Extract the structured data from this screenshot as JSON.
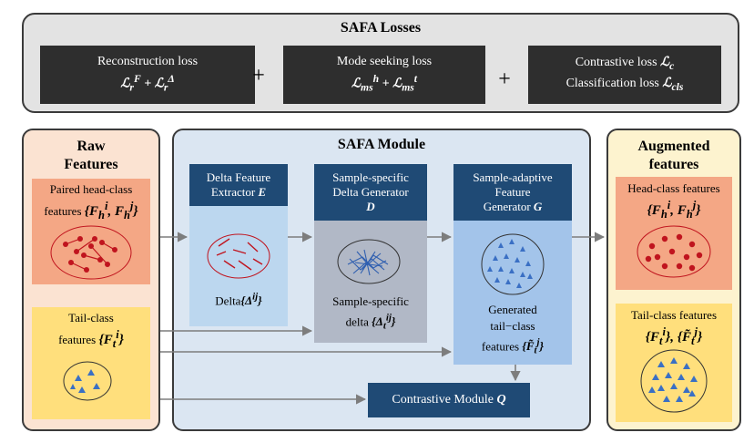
{
  "losses": {
    "title": "SAFA Losses",
    "reconstruction": {
      "label": "Reconstruction loss",
      "formula": "ℒ_r^F + ℒ_r^Δ"
    },
    "mode_seeking": {
      "label": "Mode seeking loss",
      "formula": "ℒ_ms^h + ℒ_ms^t"
    },
    "contrastive": {
      "label": "Contrastive loss",
      "symbol": "ℒ_c"
    },
    "classification": {
      "label": "Classification loss",
      "symbol": "ℒ_cls"
    },
    "plus": "+"
  },
  "raw": {
    "title_line1": "Raw",
    "title_line2": "Features",
    "head_label_line1": "Paired head-class",
    "head_label_line2": "features",
    "head_math": "{F_h^i, F_h^j}",
    "tail_label_line1": "Tail-class",
    "tail_label_line2": "features",
    "tail_math": "{F_t^i}"
  },
  "module": {
    "title": "SAFA Module",
    "extractor": {
      "line1": "Delta Feature",
      "line2": "Extractor",
      "symbol": "E",
      "caption": "Delta",
      "caption_math": "{Δ^ij}"
    },
    "delta_generator": {
      "line1": "Sample-specific",
      "line2": "Delta Generator",
      "symbol": "D",
      "caption_line1": "Sample-specific",
      "caption_line2": "delta",
      "caption_math": "{Δ_t^ij}"
    },
    "feature_generator": {
      "line1": "Sample-adaptive",
      "line2": "Feature",
      "line3": "Generator",
      "symbol": "G",
      "caption_line1": "Generated",
      "caption_line2": "tail−class",
      "caption_line3": "features",
      "caption_math": "{F̃_t^j}"
    },
    "contrastive": {
      "label": "Contrastive Module",
      "symbol": "Q"
    }
  },
  "augmented": {
    "title_line1": "Augmented",
    "title_line2": "features",
    "head_label": "Head-class features",
    "head_math": "{F_h^i, F_h^j}",
    "tail_label": "Tail-class features",
    "tail_math": "{F_t^i}, {F̃_t^j}"
  },
  "colors": {
    "dark_box": "#2e2e2e",
    "header_blue": "#1f4a75",
    "orange": "#f4a785",
    "yellow": "#ffdf7c",
    "red_dot": "#c0141e",
    "blue_triangle": "#3a6fc4"
  }
}
